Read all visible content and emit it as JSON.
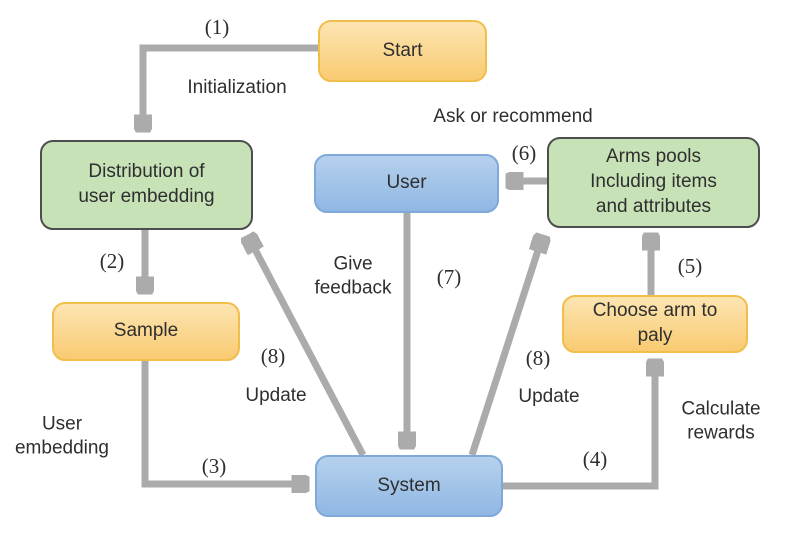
{
  "nodes": {
    "start": {
      "label": "Start"
    },
    "distribution": {
      "label": "Distribution of\nuser embedding"
    },
    "user": {
      "label": "User"
    },
    "arms_pool": {
      "label": "Arms pools\nIncluding items\nand attributes"
    },
    "sample": {
      "label": "Sample"
    },
    "choose_arm": {
      "label": "Choose arm to\npaly"
    },
    "system": {
      "label": "System"
    }
  },
  "edge_labels": {
    "step1": "(1)",
    "initialization": "Initialization",
    "step2": "(2)",
    "user_embedding": "User\nembedding",
    "step3": "(3)",
    "step8_left": "(8)",
    "update_left": "Update",
    "give_feedback": "Give\nfeedback",
    "step7": "(7)",
    "ask_or_recommend": "Ask or recommend",
    "step6": "(6)",
    "step8_right": "(8)",
    "update_right": "Update",
    "step4": "(4)",
    "calculate_rewards": "Calculate\nrewards",
    "step5": "(5)"
  },
  "colors": {
    "arrow": "#ababab",
    "orange_fill_top": "#fce5b2",
    "orange_fill_bottom": "#f9cb72",
    "orange_border": "#f1be4b",
    "blue_fill_top": "#b6d1ed",
    "blue_fill_bottom": "#90b7e3",
    "blue_border": "#7fa9d9",
    "green_fill": "#c8e2b7",
    "green_border": "#4e4e4e",
    "text": "#2f2f2f"
  }
}
